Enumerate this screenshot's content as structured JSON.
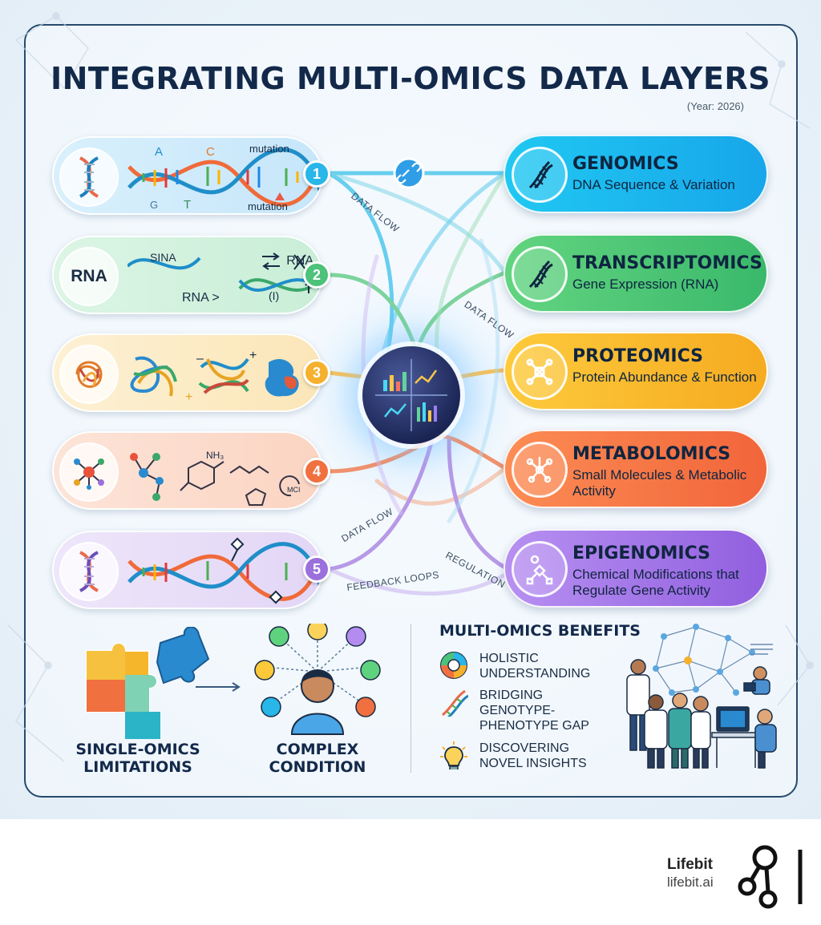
{
  "title": "INTEGRATING MULTI-OMICS DATA LAYERS",
  "year": "(Year: 2026)",
  "left_layers": [
    {
      "number": "1",
      "color": "#29b6e8",
      "bg": "#d8eefb",
      "art_labels": [
        "A",
        "C",
        "mutation",
        "G",
        "T",
        "mutation"
      ]
    },
    {
      "number": "2",
      "color": "#4cc27a",
      "bg": "#d9f3e2",
      "icon_text": "RNA",
      "art_labels": [
        "SINA",
        "RNA",
        "RNA >",
        "(I)"
      ]
    },
    {
      "number": "3",
      "color": "#f5b12d",
      "bg": "#fdeecb"
    },
    {
      "number": "4",
      "color": "#f0703f",
      "bg": "#fde0d4",
      "art_labels": [
        "NH₃",
        "MCI"
      ]
    },
    {
      "number": "5",
      "color": "#9b6fdc",
      "bg": "#ebe1f8"
    }
  ],
  "right_layers": [
    {
      "title": "GENOMICS",
      "subtitle": "DNA Sequence & Variation",
      "color_from": "#1fc4f0",
      "color_to": "#1aa8ea",
      "icon": "dna-icon"
    },
    {
      "title": "TRANSCRIPTOMICS",
      "subtitle": "Gene Expression (RNA)",
      "color_from": "#5fd27e",
      "color_to": "#38b86a",
      "icon": "dna-icon"
    },
    {
      "title": "PROTEOMICS",
      "subtitle": "Protein Abundance & Function",
      "color_from": "#fcc93a",
      "color_to": "#f6ae22",
      "icon": "molecule-icon"
    },
    {
      "title": "METABOLOMICS",
      "subtitle": "Small Molecules & Metabolic Activity",
      "color_from": "#fb8a52",
      "color_to": "#f2683c",
      "icon": "molecule-icon"
    },
    {
      "title": "EPIGENOMICS",
      "subtitle": "Chemical Modifications that Regulate Gene Activity",
      "color_from": "#b48cf0",
      "color_to": "#9363e0",
      "icon": "methylation-icon"
    }
  ],
  "flow_labels": {
    "flow1": "DATA FLOW",
    "flow2": "DATA FLOW",
    "flow3": "DATA FLOW",
    "feedback": "FEEDBACK LOOPS",
    "regulation": "REGULATION"
  },
  "bottom": {
    "single_omics": "SINGLE-OMICS LIMITATIONS",
    "complex": "COMPLEX CONDITION",
    "benefits_title": "MULTI-OMICS BENEFITS",
    "benefits": [
      {
        "text": "HOLISTIC UNDERSTANDING",
        "icon": "omics-wheel-icon"
      },
      {
        "text": "BRIDGING GENOTYPE-PHENOTYPE GAP",
        "icon": "dna-icon"
      },
      {
        "text": "DISCOVERING NOVEL INSIGHTS",
        "icon": "lightbulb-icon"
      }
    ]
  },
  "brand": {
    "name": "Lifebit",
    "url": "lifebit.ai"
  }
}
